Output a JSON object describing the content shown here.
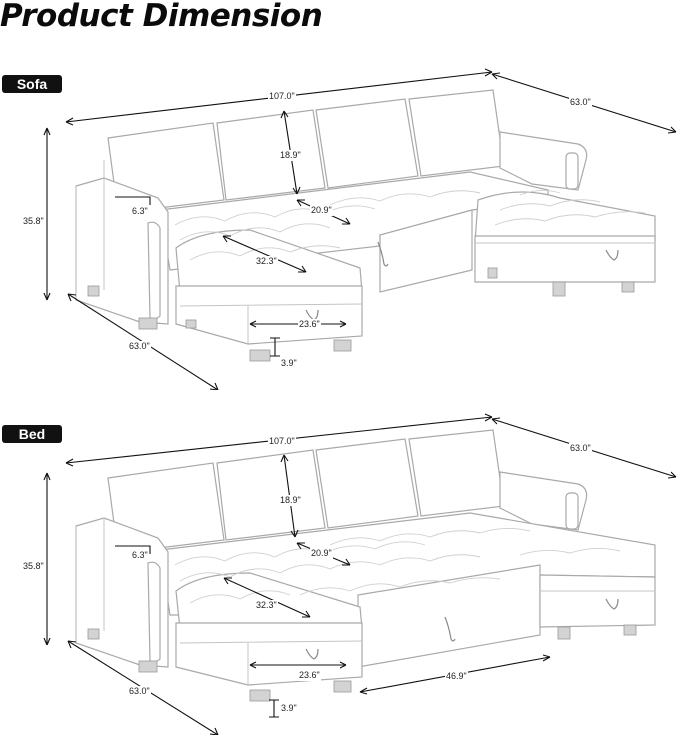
{
  "title": "Product Dimension",
  "sections": {
    "sofa": {
      "label": "Sofa",
      "dims": {
        "overall_width": "107.0\"",
        "chaise_depth_right": "63.0\"",
        "height": "35.8\"",
        "back_height": "18.9\"",
        "arm_width": "6.3\"",
        "seat_depth": "20.9\"",
        "ottoman_length": "32.3\"",
        "chaise_depth_left": "63.0\"",
        "ottoman_width": "23.6\"",
        "leg_height": "3.9\""
      }
    },
    "bed": {
      "label": "Bed",
      "dims": {
        "overall_width": "107.0\"",
        "chaise_depth_right": "63.0\"",
        "height": "35.8\"",
        "back_height": "18.9\"",
        "arm_width": "6.3\"",
        "seat_depth": "20.9\"",
        "ottoman_length": "32.3\"",
        "chaise_depth_left": "63.0\"",
        "ottoman_width": "23.6\"",
        "bed_extension": "46.9\"",
        "leg_height": "3.9\""
      }
    }
  },
  "colors": {
    "badge_bg": "#111111",
    "badge_text": "#ffffff",
    "outline": "#a9a9a9",
    "dimension_line": "#111111"
  }
}
